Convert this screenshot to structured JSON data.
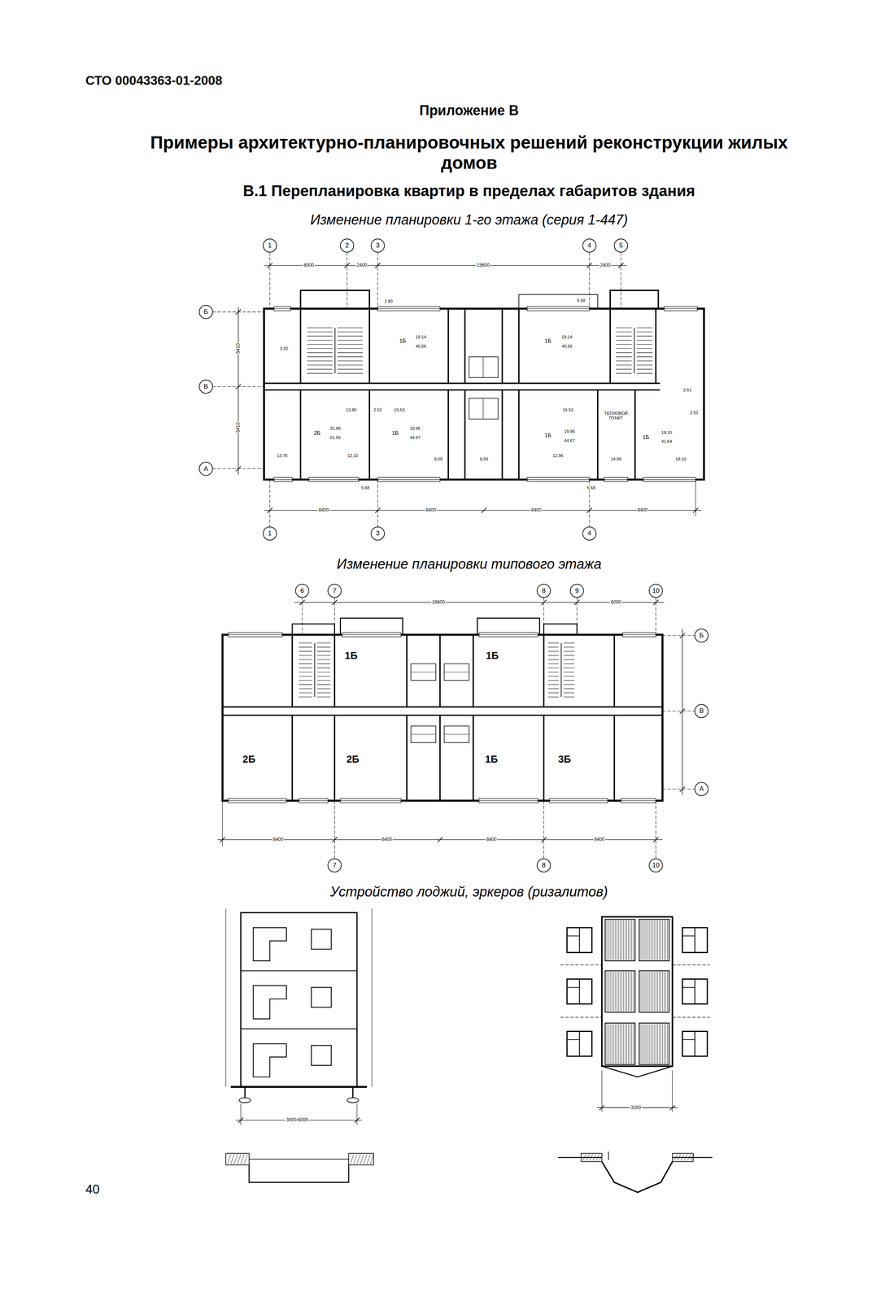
{
  "diagram": {
    "title": "Примеры архитектурно-планировочных решений реконструкции жилых домов",
    "labels": [
      "СТО 00043363-01-2008",
      "Приложение В",
      "В.1 Перепланировка квартир в пределах габаритов здания",
      "Изменение планировки 1-го этажа (серия 1-447)",
      "1",
      "2",
      "3",
      "4",
      "5",
      "Б",
      "В",
      "А",
      "1",
      "3",
      "4",
      "6000",
      "2400",
      "15600",
      "2400",
      "5410",
      "5410",
      "8400",
      "8400",
      "8400",
      "8400",
      "1Б",
      "19.14",
      "40.56",
      "1Б",
      "19.14",
      "40.56",
      "2Б",
      "31.86",
      "61.56",
      "1Б",
      "19.96",
      "44.67",
      "1Б",
      "19.96",
      "44.67",
      "ТЕПЛОВОЙ ПУНКТ",
      "1Б",
      "19.10",
      "41.64",
      "3.20",
      "13.80",
      "2.52",
      "15.53",
      "2.80",
      "5.68",
      "13.76",
      "12.10",
      "8.09",
      "8.09",
      "12.96",
      "14.09",
      "18.10",
      "5.68",
      "5.68",
      "2.61",
      "2.52",
      "19.53",
      "Изменение планировки типового этажа",
      "6",
      "7",
      "8",
      "9",
      "10",
      "Б",
      "В",
      "А",
      "7",
      "8",
      "10",
      "16800",
      "6000",
      "8400",
      "8400",
      "8400",
      "8400",
      "1Б",
      "1Б",
      "2Б",
      "2Б",
      "1Б",
      "3Б",
      "Устройство лоджий, эркеров (ризалитов)",
      "3000-6000",
      "3200",
      "40"
    ]
  }
}
